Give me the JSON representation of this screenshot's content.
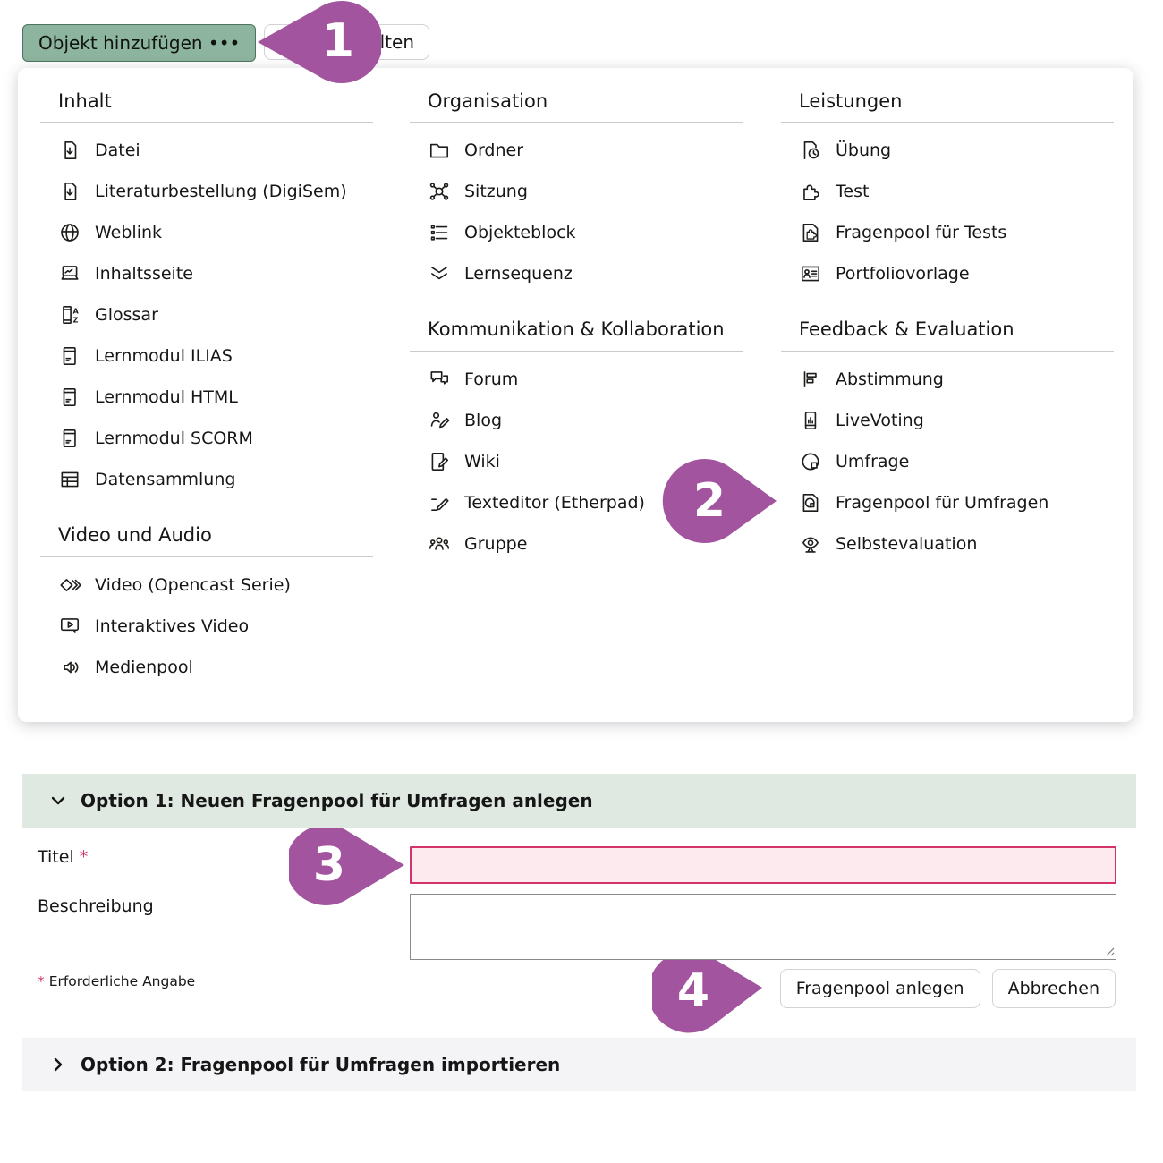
{
  "toolbar": {
    "add_object_label": "Objekt hinzufügen •••",
    "partial_button_label": "alten"
  },
  "menu": {
    "columns": [
      {
        "sections": [
          {
            "title": "Inhalt",
            "items": [
              {
                "icon": "file-download",
                "label": "Datei"
              },
              {
                "icon": "file-download",
                "label": "Literaturbestellung (DigiSem)"
              },
              {
                "icon": "globe",
                "label": "Weblink"
              },
              {
                "icon": "content-page",
                "label": "Inhaltsseite"
              },
              {
                "icon": "glossary",
                "label": "Glossar"
              },
              {
                "icon": "learning-module",
                "label": "Lernmodul ILIAS"
              },
              {
                "icon": "learning-module",
                "label": "Lernmodul HTML"
              },
              {
                "icon": "learning-module",
                "label": "Lernmodul SCORM"
              },
              {
                "icon": "table",
                "label": "Datensammlung"
              }
            ]
          },
          {
            "title": "Video und Audio",
            "items": [
              {
                "icon": "opencast",
                "label": "Video (Opencast Serie)"
              },
              {
                "icon": "interactive-video",
                "label": "Interaktives Video"
              },
              {
                "icon": "mediapool",
                "label": "Medienpool"
              }
            ]
          }
        ]
      },
      {
        "sections": [
          {
            "title": "Organisation",
            "items": [
              {
                "icon": "folder",
                "label": "Ordner"
              },
              {
                "icon": "session",
                "label": "Sitzung"
              },
              {
                "icon": "item-block",
                "label": "Objekteblock"
              },
              {
                "icon": "sequence",
                "label": "Lernsequenz"
              }
            ]
          },
          {
            "title": "Kommunikation & Kollaboration",
            "items": [
              {
                "icon": "forum",
                "label": "Forum"
              },
              {
                "icon": "blog",
                "label": "Blog"
              },
              {
                "icon": "wiki",
                "label": "Wiki"
              },
              {
                "icon": "etherpad",
                "label": "Texteditor (Etherpad)"
              },
              {
                "icon": "group",
                "label": "Gruppe"
              }
            ]
          }
        ]
      },
      {
        "sections": [
          {
            "title": "Leistungen",
            "items": [
              {
                "icon": "exercise",
                "label": "Übung"
              },
              {
                "icon": "puzzle",
                "label": "Test"
              },
              {
                "icon": "question-pool-test",
                "label": "Fragenpool für Tests"
              },
              {
                "icon": "portfolio",
                "label": "Portfoliovorlage"
              }
            ]
          },
          {
            "title": "Feedback & Evaluation",
            "items": [
              {
                "icon": "poll",
                "label": "Abstimmung"
              },
              {
                "icon": "livevoting",
                "label": "LiveVoting"
              },
              {
                "icon": "survey",
                "label": "Umfrage"
              },
              {
                "icon": "question-pool-survey",
                "label": "Fragenpool für Umfragen"
              },
              {
                "icon": "self-evaluation",
                "label": "Selbstevaluation"
              }
            ]
          }
        ]
      }
    ]
  },
  "callouts": [
    {
      "number": "1"
    },
    {
      "number": "2"
    },
    {
      "number": "3"
    },
    {
      "number": "4"
    }
  ],
  "form": {
    "option1_title": "Option 1: Neuen Fragenpool für Umfragen anlegen",
    "titel_label": "Titel",
    "required_mark": "*",
    "titel_value": "",
    "beschreibung_label": "Beschreibung",
    "beschreibung_value": "",
    "required_note": "Erforderliche Angabe",
    "create_button": "Fragenpool anlegen",
    "cancel_button": "Abbrechen",
    "option2_title": "Option 2: Fragenpool für Umfragen importieren"
  },
  "colors": {
    "accent_green": "#8db49e",
    "callout_purple": "#a3549e",
    "error_red": "#d2336b",
    "option1_header_bg": "#dfe8e1",
    "option2_header_bg": "#f4f3f6"
  }
}
